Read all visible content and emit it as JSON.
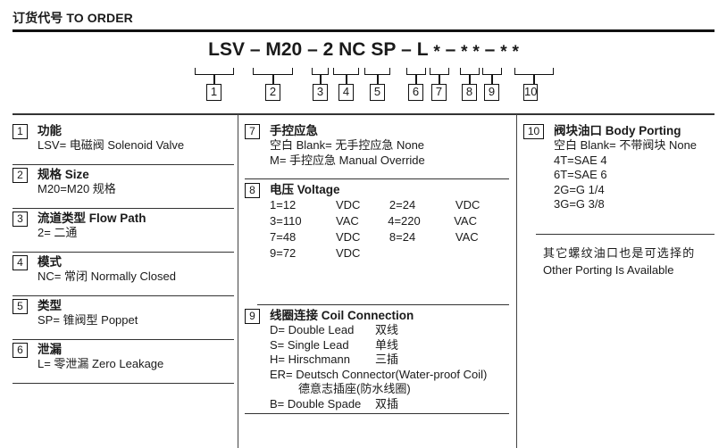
{
  "header": {
    "cn": "订货代号",
    "en": "TO ORDER"
  },
  "order_code": {
    "tokens": [
      {
        "text": "LSV",
        "type": "code"
      },
      {
        "text": "–",
        "type": "dash"
      },
      {
        "text": "M20",
        "type": "code"
      },
      {
        "text": "–",
        "type": "dash"
      },
      {
        "text": "2",
        "type": "code"
      },
      {
        "text": "NC",
        "type": "code"
      },
      {
        "text": "SP",
        "type": "code"
      },
      {
        "text": "–",
        "type": "dash"
      },
      {
        "text": "L",
        "type": "code"
      },
      {
        "text": "*",
        "type": "star"
      },
      {
        "text": "–",
        "type": "dash"
      },
      {
        "text": "*",
        "type": "star"
      },
      {
        "text": "*",
        "type": "star"
      },
      {
        "text": "–",
        "type": "dash"
      },
      {
        "text": "*",
        "type": "star"
      },
      {
        "text": "*",
        "type": "star"
      }
    ],
    "full": "LSV – M20 – 2 NC SP – L * – * * – * *",
    "callouts": [
      "1",
      "2",
      "3",
      "4",
      "5",
      "6",
      "7",
      "8",
      "9",
      "10"
    ]
  },
  "columns": {
    "left": [
      {
        "num": "1",
        "title_cn": "功能",
        "title_en": "",
        "options": [
          "LSV= 电磁阀 Solenoid Valve"
        ]
      },
      {
        "num": "2",
        "title_cn": "规格",
        "title_en": "Size",
        "options": [
          "M20=M20 规格"
        ]
      },
      {
        "num": "3",
        "title_cn": "流道类型",
        "title_en": "Flow Path",
        "options": [
          "2= 二通"
        ]
      },
      {
        "num": "4",
        "title_cn": "模式",
        "title_en": "",
        "options": [
          "NC= 常闭 Normally Closed"
        ]
      },
      {
        "num": "5",
        "title_cn": "类型",
        "title_en": "",
        "options": [
          "SP= 锥阀型 Poppet"
        ]
      },
      {
        "num": "6",
        "title_cn": "泄漏",
        "title_en": "",
        "options": [
          "L= 零泄漏 Zero Leakage"
        ]
      }
    ],
    "middle": [
      {
        "num": "7",
        "title_cn": "手控应急",
        "title_en": "",
        "options": [
          "空白 Blank= 无手控应急 None",
          "M= 手控应急 Manual Override"
        ]
      },
      {
        "num": "8",
        "title_cn": "电压",
        "title_en": "Voltage",
        "voltages": [
          {
            "code": "1=12",
            "unit": "VDC"
          },
          {
            "code": "2=24",
            "unit": "VDC"
          },
          {
            "code": "3=110",
            "unit": "VAC"
          },
          {
            "code": "4=220",
            "unit": "VAC"
          },
          {
            "code": "7=48",
            "unit": "VDC"
          },
          {
            "code": "8=24",
            "unit": "VAC"
          },
          {
            "code": "9=72",
            "unit": "VDC"
          }
        ]
      },
      {
        "num": "9",
        "title_cn": "线圈连接",
        "title_en": "Coil Connection",
        "coils": [
          {
            "code": "D= Double Lead",
            "cn": "双线"
          },
          {
            "code": "S= Single Lead",
            "cn": "单线"
          },
          {
            "code": "H= Hirschmann",
            "cn": "三插"
          }
        ],
        "coil_long_en": "ER= Deutsch Connector(Water-proof Coil)",
        "coil_long_cn": "德意志插座(防水线圈)",
        "coil_last": {
          "code": "B= Double Spade",
          "cn": "双插"
        }
      }
    ],
    "right": [
      {
        "num": "10",
        "title_cn": "阀块油口",
        "title_en": "Body Porting",
        "options": [
          "空白 Blank= 不带阀块 None",
          "4T=SAE 4",
          "6T=SAE 6",
          "2G=G 1/4",
          "3G=G 3/8"
        ],
        "note_cn": "其它螺纹油口也是可选择的",
        "note_en": "Other Porting Is Available"
      }
    ]
  }
}
